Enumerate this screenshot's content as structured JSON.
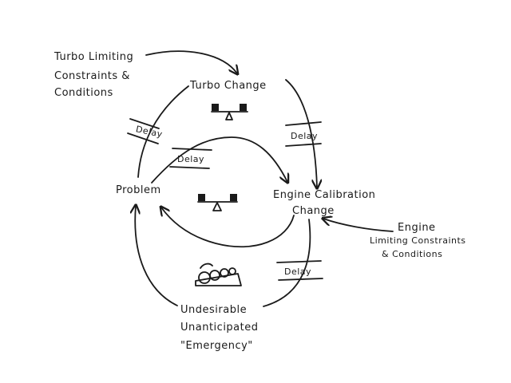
{
  "nodes": {
    "turbo_constraints": [
      "Turbo Limiting",
      "Constraints &",
      "Conditions"
    ],
    "turbo_change": "Turbo Change",
    "problem": "Problem",
    "engine_calibration": [
      "Engine Calibration",
      "Change"
    ],
    "engine_constraints": [
      "Engine",
      "Limiting Constraints",
      "& Conditions"
    ],
    "emergency": [
      "Undesirable",
      "Unanticipated",
      "\"Emergency\""
    ]
  },
  "delays": {
    "left_outer": "Delay",
    "inner": "Delay",
    "right_upper": "Delay",
    "right_lower": "Delay"
  },
  "icons": [
    "balance-scale-icon",
    "balance-scale-icon",
    "snowball-icon"
  ]
}
